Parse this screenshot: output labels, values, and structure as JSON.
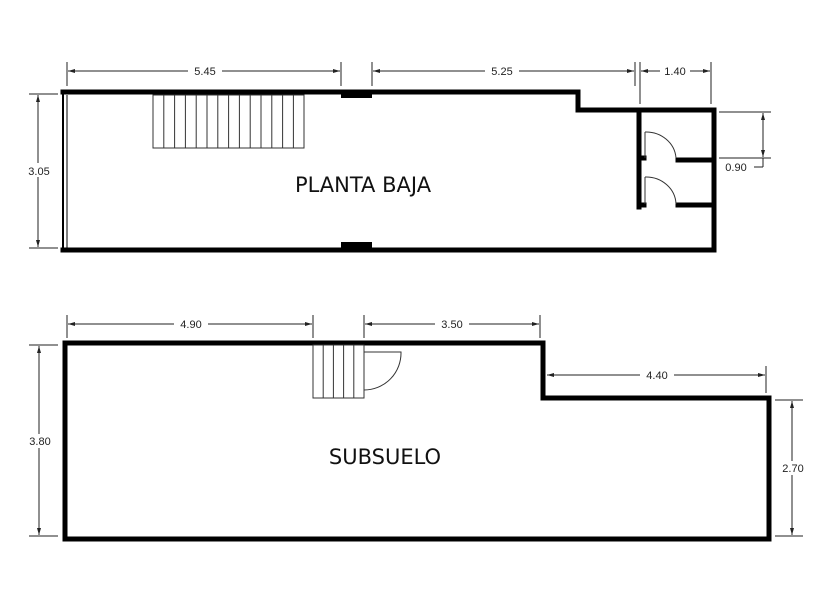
{
  "plans": [
    {
      "name": "PLANTA BAJA",
      "dimensions": {
        "top_left_width": "5.45",
        "top_middle_width": "5.25",
        "top_right_width": "1.40",
        "left_height": "3.05",
        "bathroom_height": "0.90"
      },
      "features": [
        "staircase-14-steps",
        "two-bathroom-doors",
        "column-blocks"
      ]
    },
    {
      "name": "SUBSUELO",
      "dimensions": {
        "top_left_width": "4.90",
        "top_middle_width": "3.50",
        "step_width": "4.40",
        "left_height": "3.80",
        "right_height": "2.70"
      },
      "features": [
        "staircase-5-steps",
        "door-swing"
      ]
    }
  ],
  "colors": {
    "wall": "#000000",
    "dimension": "#222222",
    "background": "#ffffff"
  }
}
